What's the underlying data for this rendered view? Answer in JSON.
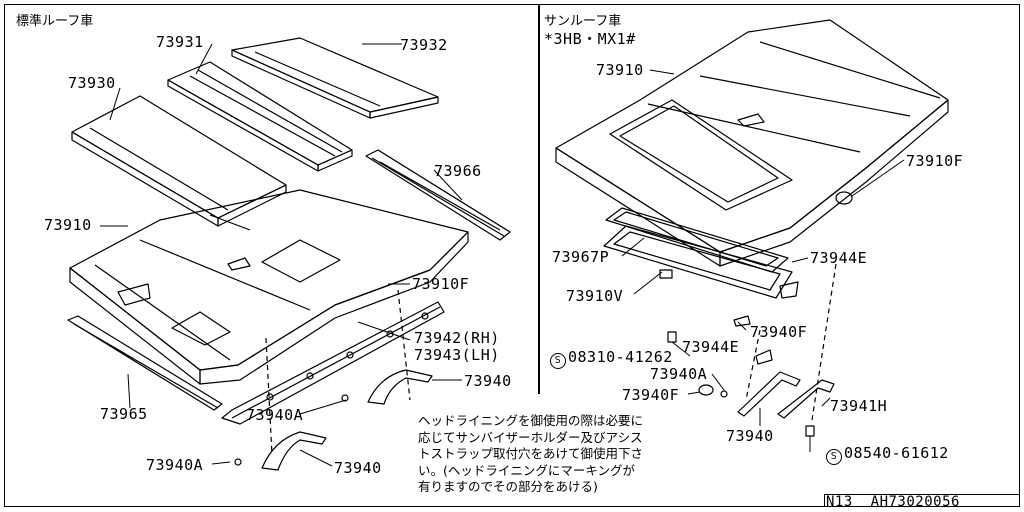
{
  "left_panel": {
    "title": "標準ルーフ車",
    "labels": {
      "p73931": "73931",
      "p73932": "73932",
      "p73930": "73930",
      "p73966": "73966",
      "p73910": "73910",
      "p73910F": "73910F",
      "p73942": "73942(RH)",
      "p73943": "73943(LH)",
      "p73940_a": "73940",
      "p73940A_a": "73940A",
      "p73965": "73965",
      "p73940A_b": "73940A",
      "p73940_b": "73940"
    }
  },
  "right_panel": {
    "title": "サンルーフ車",
    "subtitle": "*3HB・MX1#",
    "labels": {
      "p73910": "73910",
      "p73910F": "73910F",
      "p73967P": "73967P",
      "p73944E_a": "73944E",
      "p73910V": "73910V",
      "p08310": "08310-41262",
      "p73944E_b": "73944E",
      "p73940F_a": "73940F",
      "p73940A": "73940A",
      "p73940F_b": "73940F",
      "p73941H": "73941H",
      "p73940": "73940",
      "p08540": "08540-61612",
      "s_symbol": "S"
    }
  },
  "note_lines": [
    "ヘッドライニングを御使用の際は必要に",
    "応じてサンバイザーホルダー及びアシス",
    "トストラップ取付穴をあけて御使用下さ",
    "い。(ヘッドライニングにマーキングが",
    "有りますのでその部分をあける)"
  ],
  "footer": {
    "code": "N13  AH73020056"
  }
}
